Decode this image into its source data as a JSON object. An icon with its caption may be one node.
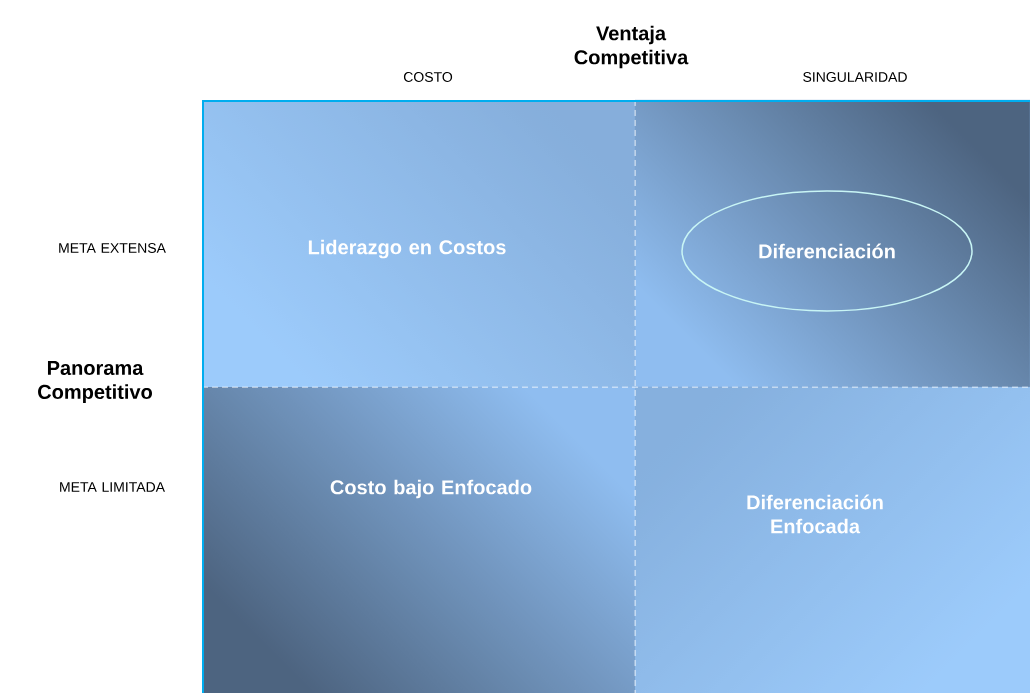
{
  "diagram": {
    "nodes": [
      {
        "text": [
          "Liderazgo en Costos"
        ]
      },
      {
        "text": [],
        "shape": "box"
      },
      {
        "text": [
          "Diferenciación"
        ],
        "in": 1
      },
      {
        "text": [
          "Costo bajo Enfocado"
        ]
      },
      {
        "text": [
          "Diferenciación Enfocada"
        ]
      }
    ],
    "edges": [],
    "labels": [
      "Ventaja Competitiva",
      "COSTO",
      "SINGULARIDAD",
      "META EXTENSA",
      "Panorama Competitivo",
      "META LIMITADA"
    ]
  }
}
